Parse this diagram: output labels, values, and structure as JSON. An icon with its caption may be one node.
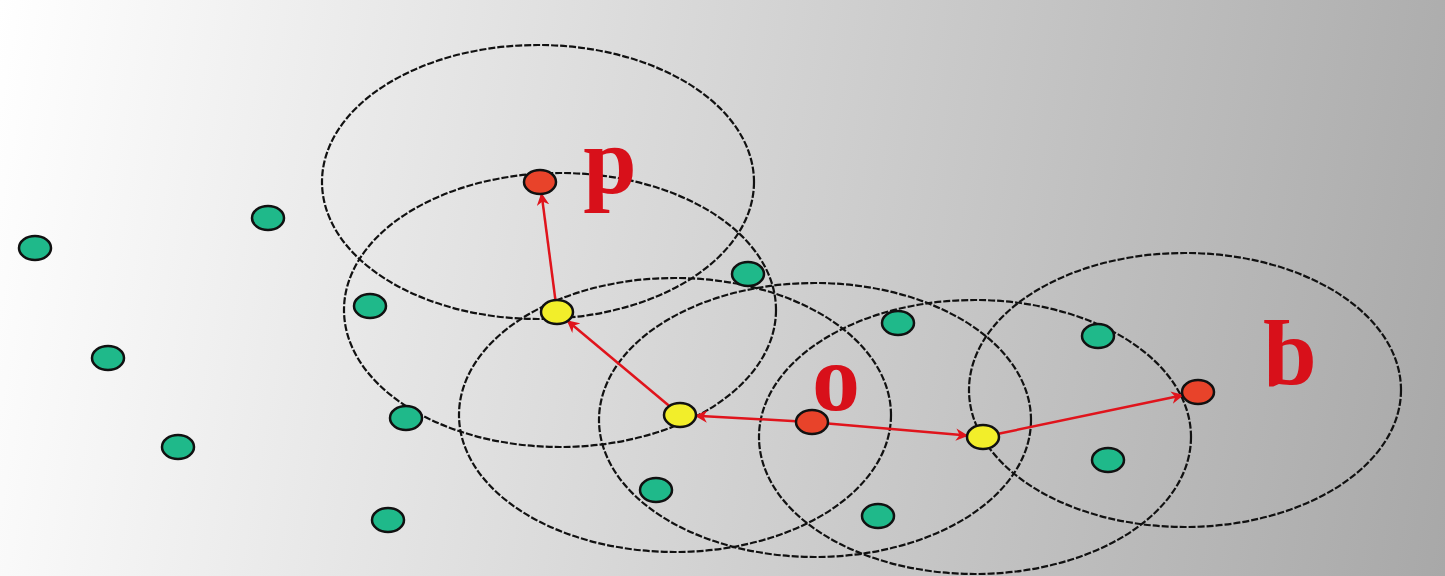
{
  "diagram": {
    "nodes": [
      {
        "text": [],
        "shape": "circle"
      },
      {
        "text": [],
        "shape": "circle"
      },
      {
        "text": [],
        "shape": "circle"
      },
      {
        "text": [],
        "shape": "circle"
      },
      {
        "text": [],
        "shape": "circle"
      },
      {
        "text": [],
        "shape": "circle"
      },
      {
        "text": [],
        "shape": "circle"
      },
      {
        "text": [],
        "shape": "circle",
        "beside": [
          "p"
        ]
      },
      {
        "text": [],
        "shape": "circle"
      },
      {
        "text": [],
        "shape": "circle"
      },
      {
        "text": [],
        "shape": "circle"
      },
      {
        "text": [],
        "shape": "circle"
      },
      {
        "text": [],
        "shape": "circle",
        "beside": [
          "o"
        ]
      },
      {
        "text": [],
        "shape": "circle"
      },
      {
        "text": [],
        "shape": "circle"
      },
      {
        "text": [],
        "shape": "circle"
      },
      {
        "text": [],
        "shape": "circle"
      },
      {
        "text": [],
        "shape": "circle"
      },
      {
        "text": [],
        "shape": "circle",
        "beside": [
          "q"
        ]
      }
    ],
    "edges": [
      {
        "from": 10,
        "to": 8,
        "arrow": "to"
      },
      {
        "from": 8,
        "to": 7,
        "arrow": "to"
      },
      {
        "from": 12,
        "to": 10,
        "arrow": "to"
      },
      {
        "from": 12,
        "to": 15,
        "arrow": "to"
      },
      {
        "from": 15,
        "to": 18,
        "arrow": "to"
      }
    ]
  }
}
